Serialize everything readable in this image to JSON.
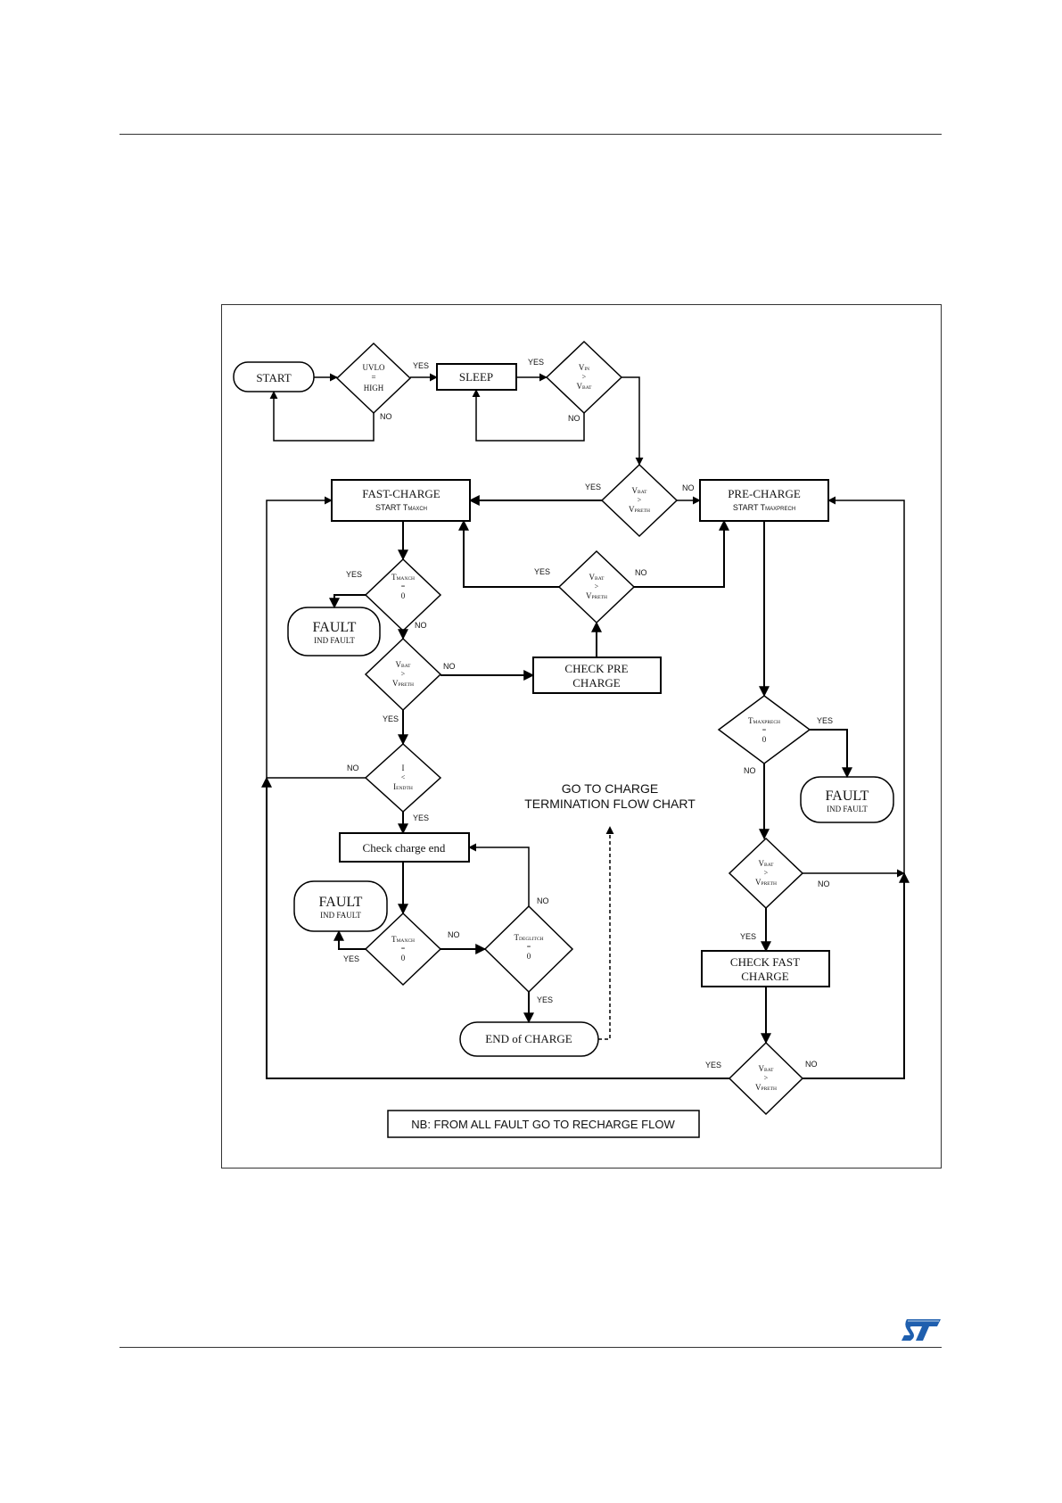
{
  "flowchart": {
    "start": "START",
    "uvlo": {
      "top": "UVLO",
      "mid": "=",
      "bottom": "HIGH"
    },
    "sleep": "SLEEP",
    "vin_vbat": {
      "top": "V",
      "top_sub": "IN",
      "mid": ">",
      "bottom": "V",
      "bottom_sub": "BAT"
    },
    "vbat_vpreth": {
      "top": "V",
      "top_sub": "BAT",
      "mid": ">",
      "bottom": "V",
      "bottom_sub": "PRETH"
    },
    "fast_charge": {
      "title": "FAST-CHARGE",
      "sub": "START T",
      "sub_sub": "MAXCH"
    },
    "pre_charge": {
      "title": "PRE-CHARGE",
      "sub": "START T",
      "sub_sub": "MAXPRECH"
    },
    "tmaxch": {
      "top": "T",
      "top_sub": "MAXCH",
      "mid": "=",
      "bottom": "0"
    },
    "fault": {
      "title": "FAULT",
      "sub": "IND FAULT"
    },
    "check_pre_charge": {
      "line1": "CHECK PRE",
      "line2": "CHARGE"
    },
    "i_endth": {
      "top": "I",
      "mid": "<",
      "bottom": "I",
      "bottom_sub": "ENDTH"
    },
    "go_to_charge": {
      "line1": "GO TO CHARGE",
      "line2": "TERMINATION FLOW CHART"
    },
    "check_charge_end": "Check charge end",
    "tmaxch_zero": {
      "top": "T",
      "top_sub": "MAXCH",
      "mid": "=",
      "bottom": "0"
    },
    "tdeglitch": {
      "top": "T",
      "top_sub": "DEGLITCH",
      "mid": "=",
      "bottom": "0"
    },
    "end_of_charge": "END of CHARGE",
    "tmaxprech": {
      "top": "T",
      "top_sub": "MAXPRECH",
      "mid": "=",
      "bottom": "0"
    },
    "check_fast_charge": {
      "line1": "CHECK FAST",
      "line2": "CHARGE"
    },
    "note": "NB: FROM ALL FAULT GO TO RECHARGE FLOW",
    "yes": "YES",
    "no": "NO"
  }
}
